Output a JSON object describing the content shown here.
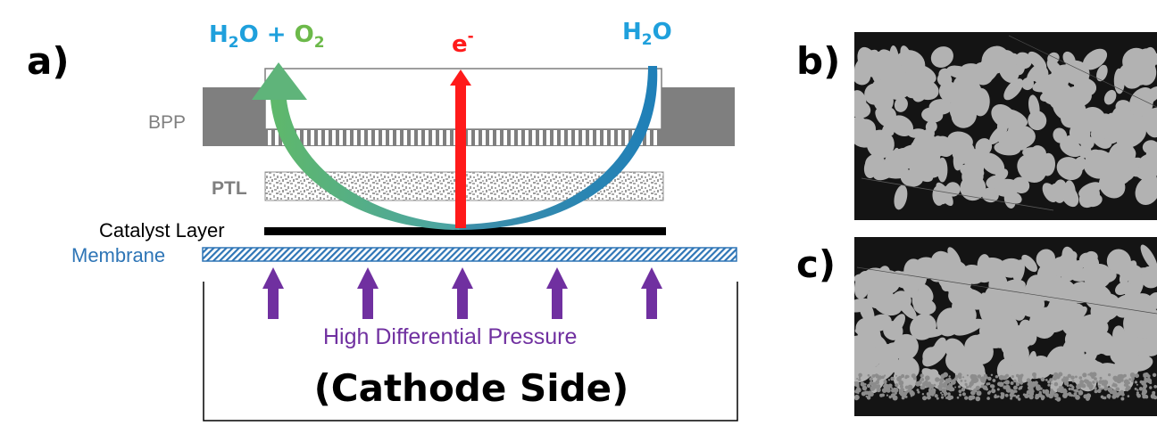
{
  "panel_a": {
    "label": "a)",
    "top_left_species": {
      "h": "H",
      "sub1": "2",
      "o_plus": "O + ",
      "o2": "O",
      "sub2": "2"
    },
    "electron": {
      "e": "e",
      "sup": "-"
    },
    "top_right_species": {
      "h": "H",
      "sub": "2",
      "o": "O"
    },
    "bpp_label": "BPP",
    "ptl_label": "PTL",
    "catalyst_label": "Catalyst Layer",
    "membrane_label": "Membrane",
    "pressure_label": "High Differential Pressure",
    "cathode_label": "(Cathode Side)"
  },
  "panel_b": {
    "label": "b)"
  },
  "panel_c": {
    "label": "c)"
  },
  "colors": {
    "water_blue": "#1fa0dc",
    "oxygen_green": "#6cb94a",
    "electron_red": "#ff1a1a",
    "pressure_purple": "#7030a0",
    "bpp_gray": "#7f7f7f",
    "membrane_blue": "#2e75b6"
  }
}
